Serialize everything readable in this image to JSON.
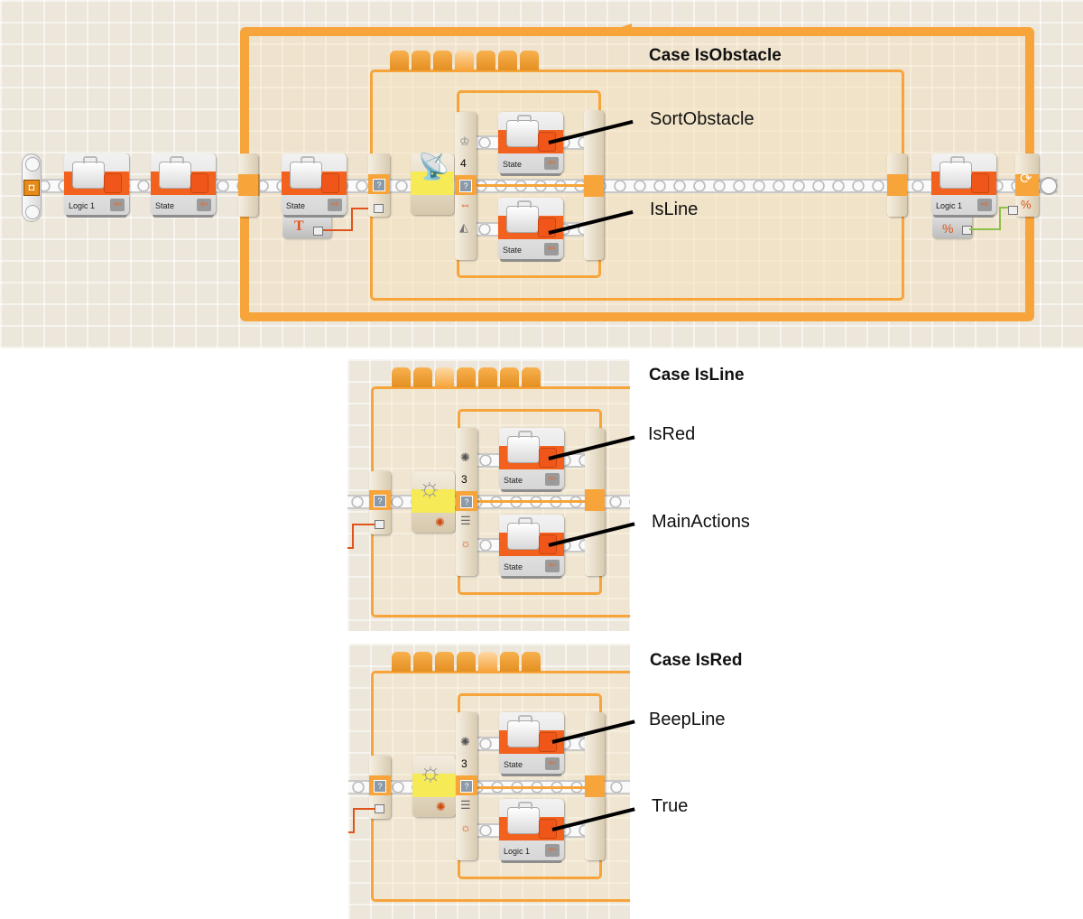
{
  "main_program": {
    "start_icon": "sequence-start-icon",
    "blocks": [
      {
        "type": "variable",
        "label": "Logic 1",
        "mode": "read"
      },
      {
        "type": "variable",
        "label": "State",
        "mode": "read"
      },
      {
        "type": "variable",
        "label": "State",
        "mode": "write",
        "input": "text"
      },
      {
        "type": "variable",
        "label": "Logic 1",
        "mode": "write",
        "input": "logic"
      }
    ],
    "loop": {
      "control": "logic",
      "icon": "loop-icon"
    },
    "switch_sensor": "ultrasonic-sensor-icon",
    "switch_value": "4",
    "title": "Case IsObstacle",
    "case_labels": [
      "SortObstacle",
      "IsLine"
    ],
    "case_block_labels": [
      "State",
      "State"
    ]
  },
  "case_isline": {
    "title": "Case IsLine",
    "switch_sensor": "light-sensor-icon",
    "switch_value": "3",
    "case_labels": [
      "IsRed",
      "MainActions"
    ],
    "case_block_labels": [
      "State",
      "State"
    ]
  },
  "case_isred": {
    "title": "Case IsRed",
    "switch_sensor": "light-sensor-icon",
    "switch_value": "3",
    "case_labels": [
      "BeepLine",
      "True"
    ],
    "case_block_labels": [
      "State",
      "Logic 1"
    ]
  },
  "colors": {
    "orange_frame": "#f7a43b",
    "block_band": "#f2611d",
    "sensor_yellow": "#f6ea57",
    "canvas": "#ece7da"
  }
}
